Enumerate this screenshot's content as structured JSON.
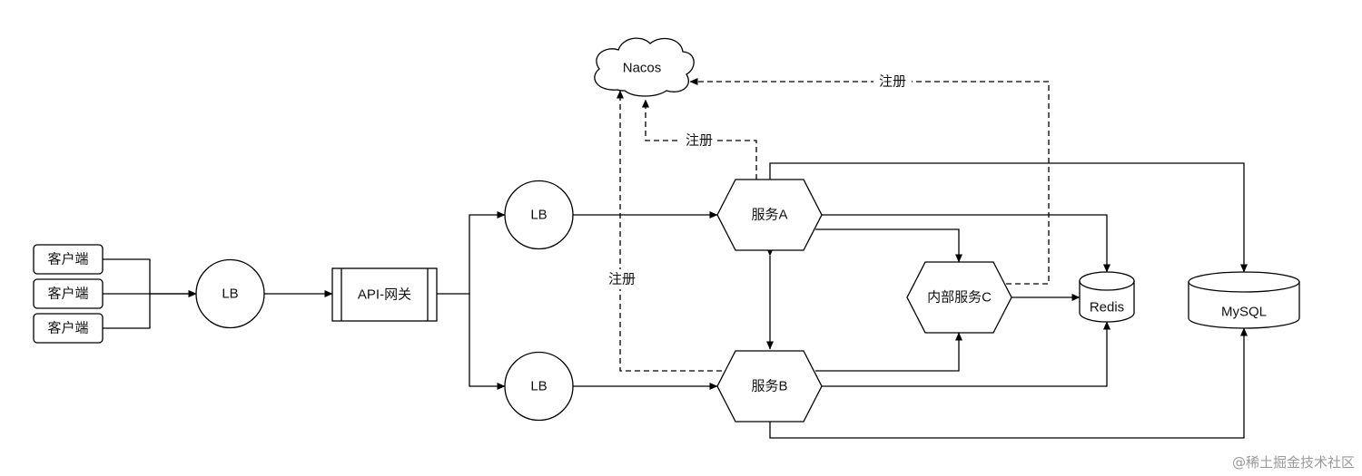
{
  "nodes": {
    "client_1": "客户端",
    "client_2": "客户端",
    "client_3": "客户端",
    "lb_entry": "LB",
    "gateway": "API-网关",
    "lb_upper": "LB",
    "lb_lower": "LB",
    "nacos": "Nacos",
    "service_a": "服务A",
    "service_b": "服务B",
    "internal_service_c": "内部服务C",
    "redis": "Redis",
    "mysql": "MySQL"
  },
  "edge_labels": {
    "register_a": "注册",
    "register_b": "注册",
    "register_c": "注册"
  },
  "watermark": "@稀土掘金技术社区",
  "colors": {
    "stroke": "#000000",
    "watermark": "#9a9a9a"
  }
}
